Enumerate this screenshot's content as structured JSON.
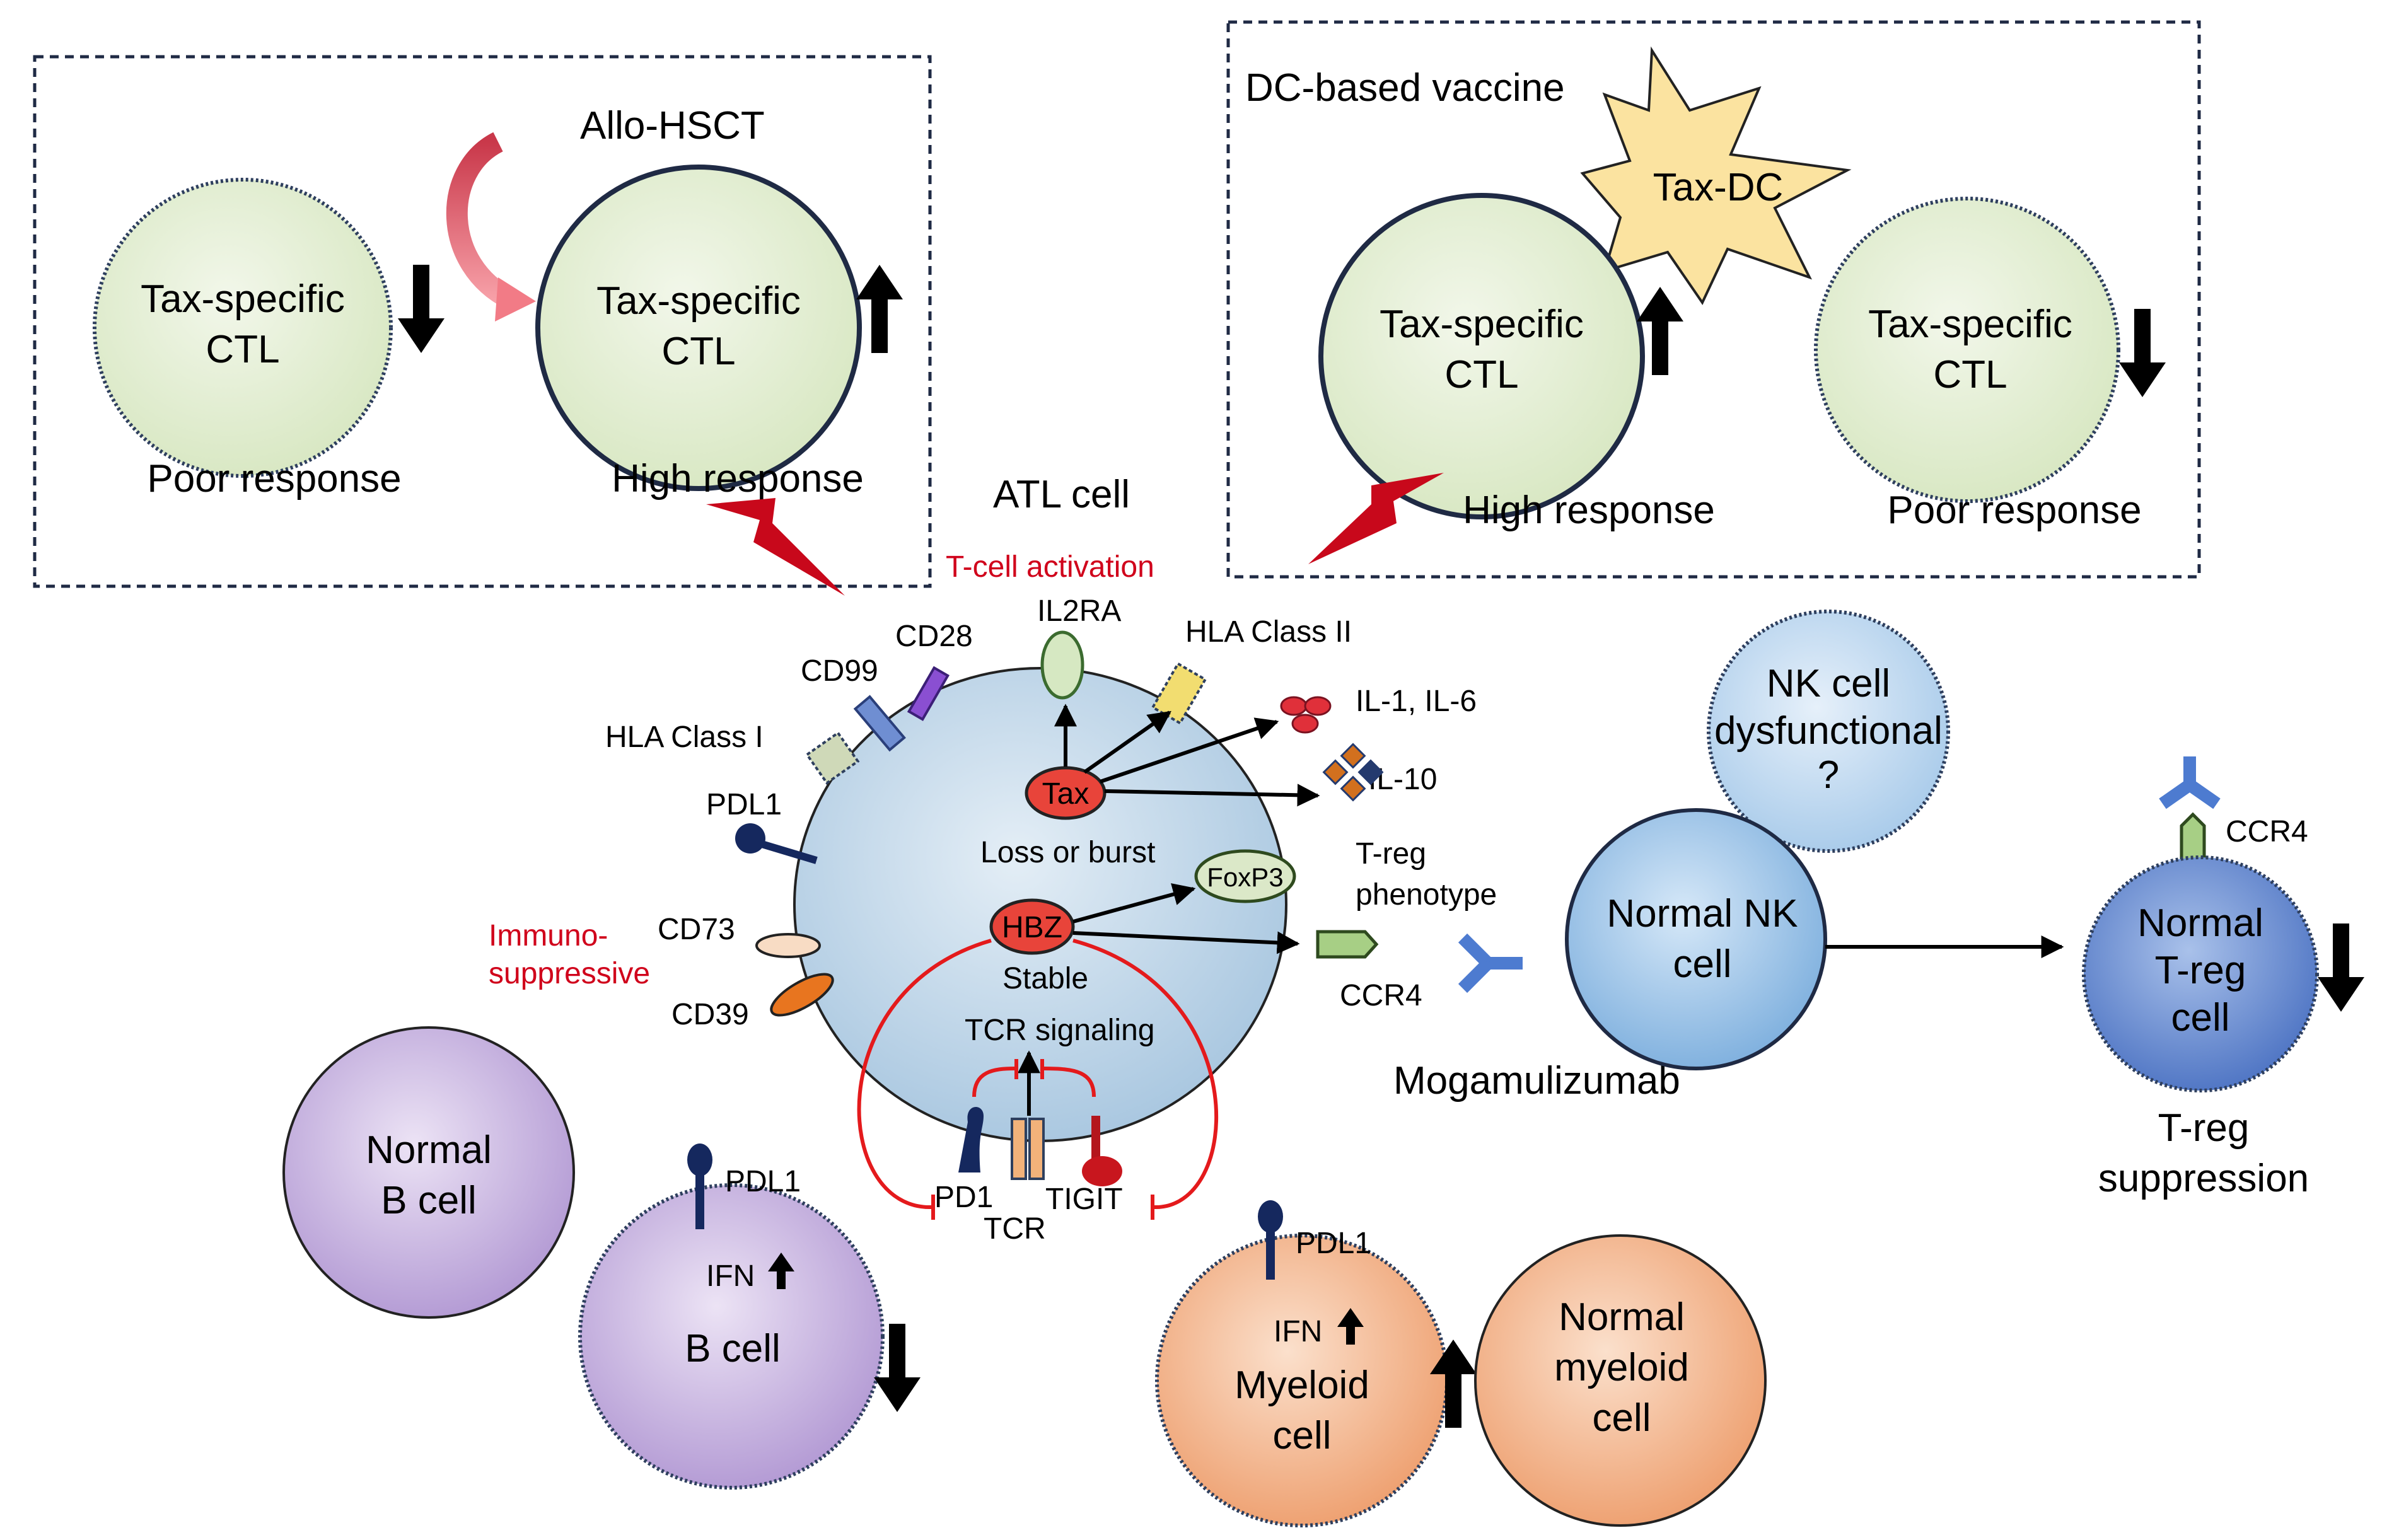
{
  "left_box": {
    "title": "Allo-HSCT",
    "cell_poor": {
      "line1": "Tax-specific",
      "line2": "CTL"
    },
    "cell_high": {
      "line1": "Tax-specific",
      "line2": "CTL"
    },
    "poor_label": "Poor response",
    "high_label": "High response"
  },
  "right_box": {
    "title": "DC-based vaccine",
    "dc_label": "Tax-DC",
    "cell_high": {
      "line1": "Tax-specific",
      "line2": "CTL"
    },
    "cell_poor": {
      "line1": "Tax-specific",
      "line2": "CTL"
    },
    "high_label": "High response",
    "poor_label": "Poor response"
  },
  "atl": {
    "title": "ATL cell",
    "activation": "T-cell activation",
    "il2ra": "IL2RA",
    "cd28": "CD28",
    "cd99": "CD99",
    "hla1": "HLA Class I",
    "hla2": "HLA Class II",
    "il1_6": "IL-1, IL-6",
    "il10": "IL-10",
    "pdl1": "PDL1",
    "immuno": "Immuno-",
    "suppressive": "suppressive",
    "cd73": "CD73",
    "cd39": "CD39",
    "tax": "Tax",
    "loss": "Loss or burst",
    "foxp3": "FoxP3",
    "hbz": "HBZ",
    "stable": "Stable",
    "treg1": "T-reg",
    "treg2": "phenotype",
    "ccr4": "CCR4",
    "tcr_sig": "TCR signaling",
    "pd1": "PD1",
    "tcr": "TCR",
    "tigit": "TIGIT"
  },
  "mab": "Mogamulizumab",
  "nk_dys": {
    "line1": "NK cell",
    "line2": "dysfunctional",
    "line3": "?"
  },
  "nk": {
    "line1": "Normal NK",
    "line2": "cell"
  },
  "treg": {
    "ccr4": "CCR4",
    "line1": "Normal",
    "line2": "T-reg",
    "line3": "cell",
    "cap1": "T-reg",
    "cap2": "suppression"
  },
  "b_normal": {
    "line1": "Normal",
    "line2": "B cell"
  },
  "b_cell": {
    "pdl1": "PDL1",
    "ifn": "IFN",
    "label": "B cell"
  },
  "myeloid": {
    "pdl1": "PDL1",
    "ifn": "IFN",
    "line1": "Myeloid",
    "line2": "cell"
  },
  "myeloid_normal": {
    "line1": "Normal",
    "line2": "myeloid",
    "line3": "cell"
  },
  "colors": {
    "ctl": "#e4efd4",
    "atl": "#c6dceb",
    "nk": "#9ec4e6",
    "treg": "#6b8fd4",
    "bcell": "#c9b6e0",
    "myeloid": "#f3b98f",
    "red": "#d0021b",
    "dc": "#fbe3a0"
  }
}
